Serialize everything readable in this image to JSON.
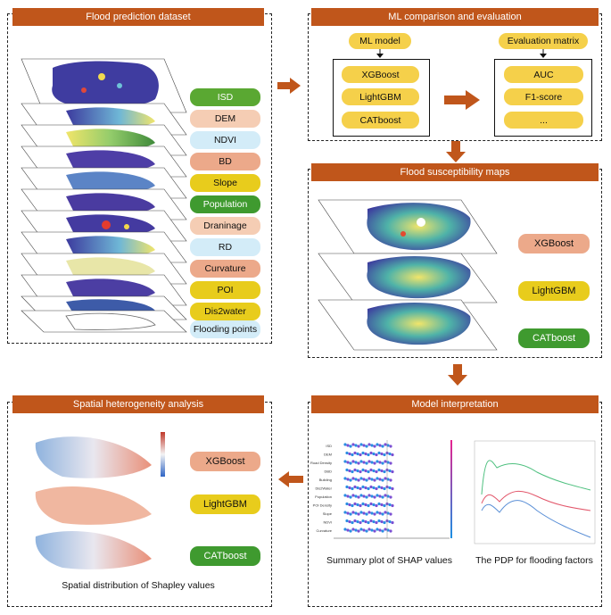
{
  "panels": {
    "dataset": {
      "title": "Flood prediction dataset",
      "layer_labels": [
        "ISD",
        "DEM",
        "NDVI",
        "BD",
        "Slope",
        "Population",
        "Draninage",
        "RD",
        "Curvature",
        "POI",
        "Dis2water",
        "Flooding points"
      ]
    },
    "ml": {
      "title": "ML comparison and evaluation",
      "model_header": "ML model",
      "models": [
        "XGBoost",
        "LightGBM",
        "CATboost"
      ],
      "eval_header": "Evaluation matrix",
      "metrics": [
        "AUC",
        "F1-score",
        "..."
      ]
    },
    "susceptibility": {
      "title": "Flood susceptibility maps",
      "models": [
        "XGBoost",
        "LightGBM",
        "CATboost"
      ]
    },
    "interpretation": {
      "title": "Model interpretation",
      "shap_caption": "Summary plot of SHAP values",
      "pdp_caption": "The PDP for flooding factors",
      "shap_features": [
        "ISD",
        "DEM",
        "Road Density",
        "DBD",
        "Building",
        "Dis2Water",
        "Population",
        "POI Density",
        "Slope",
        "NDVI",
        "Curvature"
      ]
    },
    "heterogeneity": {
      "title": "Spatial heterogeneity analysis",
      "models": [
        "XGBoost",
        "LightGBM",
        "CATboost"
      ],
      "caption": "Spatial distribution of Shapley values"
    }
  },
  "colors": {
    "header": "#c0561b",
    "arrow": "#c0561b",
    "yellow_pill": "#f5d04a",
    "green": "#3f9a2f",
    "salmon": "#eca98a",
    "light_blue": "#d3ecf8"
  }
}
